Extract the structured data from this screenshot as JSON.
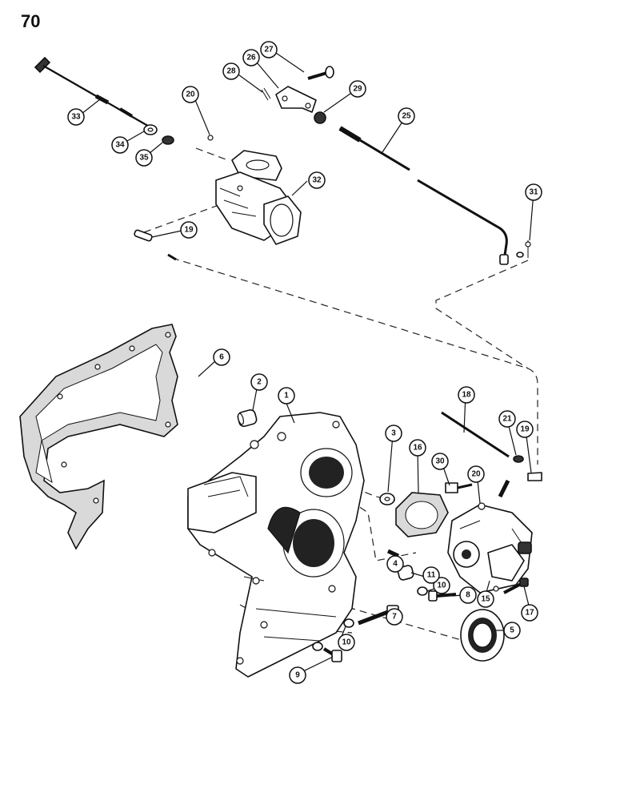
{
  "page_number": "70",
  "callouts": [
    "1",
    "2",
    "3",
    "4",
    "5",
    "6",
    "7",
    "8",
    "9",
    "10",
    "10",
    "11",
    "15",
    "16",
    "17",
    "18",
    "19",
    "19",
    "20",
    "20",
    "21",
    "25",
    "26",
    "27",
    "28",
    "29",
    "30",
    "31",
    "32",
    "33",
    "34",
    "35"
  ]
}
